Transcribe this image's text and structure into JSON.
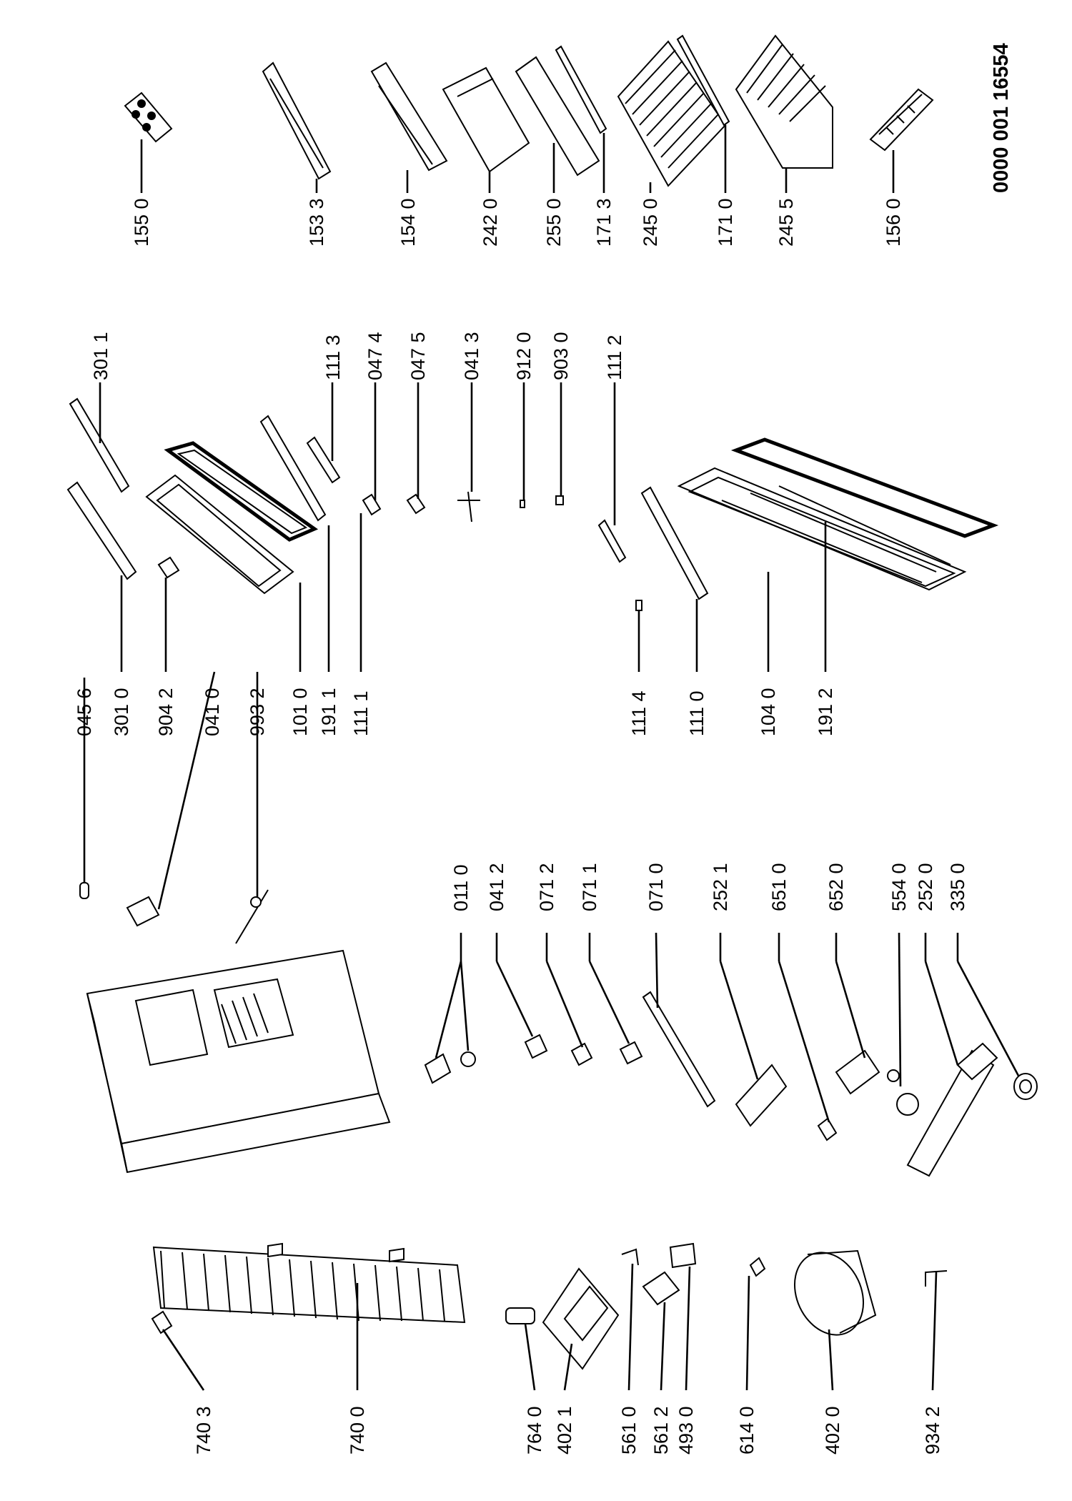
{
  "document_id": "0000 001 16554",
  "parts": {
    "p1550": "155 0",
    "p1533": "153 3",
    "p1540": "154 0",
    "p2420": "242 0",
    "p2550": "255 0",
    "p1713": "171 3",
    "p2450": "245 0",
    "p1710": "171 0",
    "p2455": "245 5",
    "p1560": "156 0",
    "p3011": "301 1",
    "p1113": "111 3",
    "p0474": "047 4",
    "p0475": "047 5",
    "p0413": "041 3",
    "p9120": "912 0",
    "p9030": "903 0",
    "p1112": "111 2",
    "p0456": "045 6",
    "p3010": "301 0",
    "p9042": "904 2",
    "p0410": "041 0",
    "p9932": "993 2",
    "p1010": "101 0",
    "p1911": "191 1",
    "p1111": "111 1",
    "p1114": "111 4",
    "p1110": "111 0",
    "p1040": "104 0",
    "p1912": "191 2",
    "p0110": "011 0",
    "p0412": "041 2",
    "p0712": "071 2",
    "p0711": "071 1",
    "p0710": "071 0",
    "p2521": "252 1",
    "p6510": "651 0",
    "p6520": "652 0",
    "p5540": "554 0",
    "p2520": "252 0",
    "p3350": "335 0",
    "p7403": "740 3",
    "p7400": "740 0",
    "p7640": "764 0",
    "p4021": "402 1",
    "p5610": "561 0",
    "p5612": "561 2",
    "p4930": "493 0",
    "p6140": "614 0",
    "p4020": "402 0",
    "p9342": "934 2"
  }
}
